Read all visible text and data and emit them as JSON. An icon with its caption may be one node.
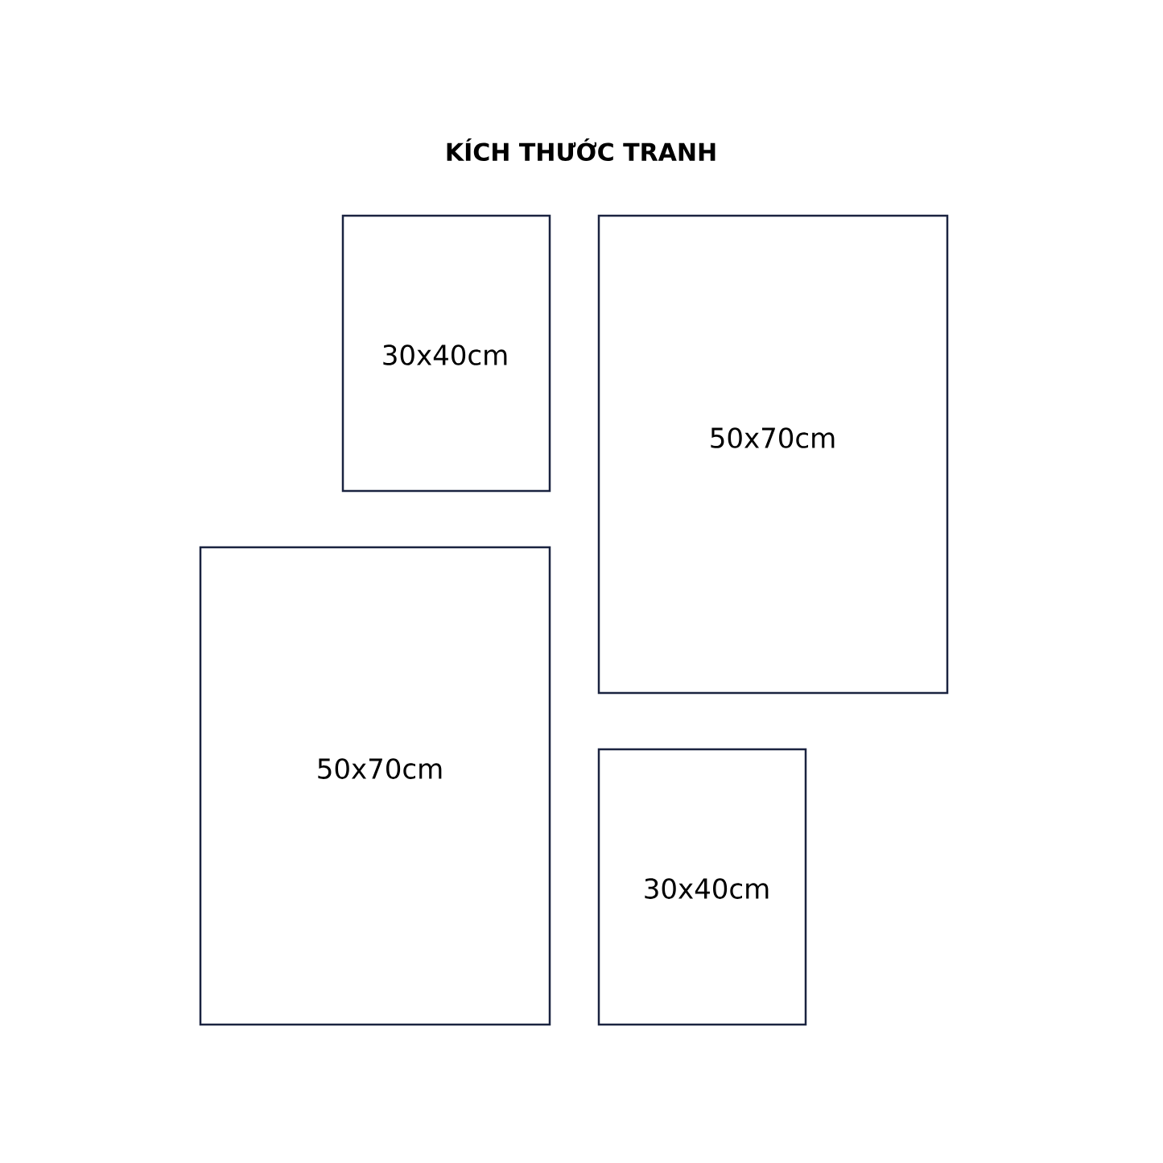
{
  "diagram": {
    "title": "KÍCH THƯỚC TRANH",
    "nodes": [
      {
        "text": [
          "30x40cm"
        ]
      },
      {
        "text": [
          "50x70cm"
        ]
      },
      {
        "text": [
          "50x70cm"
        ]
      },
      {
        "text": [
          "30x40cm"
        ]
      }
    ]
  }
}
